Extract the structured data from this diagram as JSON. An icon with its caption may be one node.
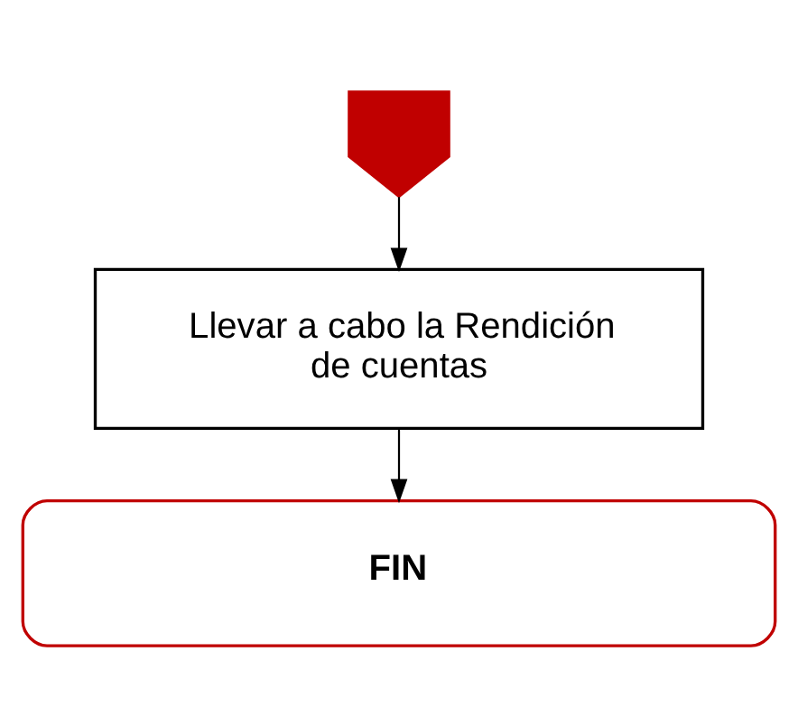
{
  "diagram": {
    "nodes": [
      {
        "text": [],
        "shape": "pentagon"
      },
      {
        "text": [
          "Llevar a cabo la Rendición de cuentas"
        ]
      },
      {
        "text": [
          "FIN"
        ]
      }
    ],
    "edges": [
      {
        "from": 0,
        "to": 1,
        "arrow": "to"
      },
      {
        "from": 1,
        "to": 2,
        "arrow": "to"
      }
    ]
  }
}
